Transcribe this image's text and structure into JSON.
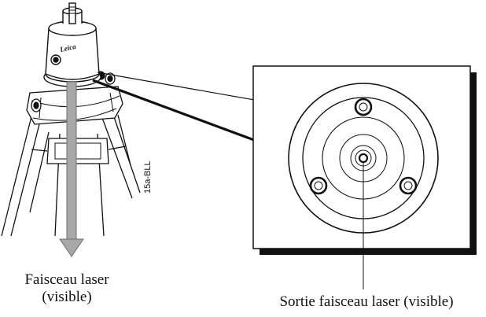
{
  "labels": {
    "beam_line1": "Faisceau laser",
    "beam_line2": "(visible)",
    "exit": "Sortie faisceau laser (visible)",
    "figure_code": "15a-BLL",
    "logo_text": "Leica"
  },
  "colors": {
    "ink": "#111111",
    "beam_fill": "#a8a8a8",
    "beam_stroke": "#6e6e6e",
    "background": "#ffffff"
  }
}
